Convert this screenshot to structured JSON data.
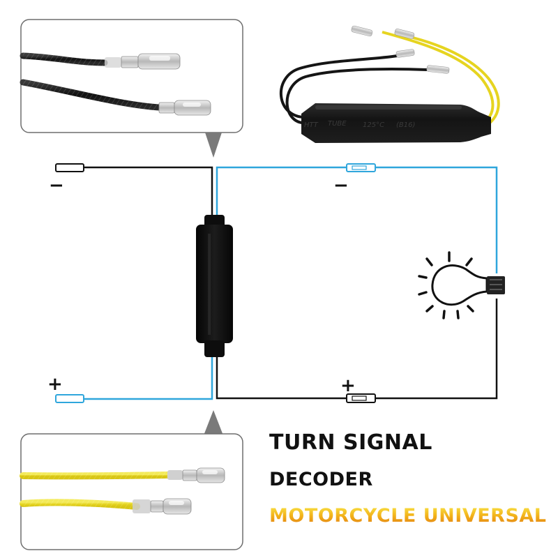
{
  "terminals": {
    "top_left_sign": "−",
    "top_right_sign": "−",
    "bottom_left_sign": "+",
    "bottom_right_sign": "+"
  },
  "decoder_body": {
    "print_left": "HTT",
    "print_tube": "TUBE",
    "print_temp": "125°C",
    "print_code": "(B16)"
  },
  "wire_colors": {
    "black": "#111111",
    "blue": "#2fa6dc",
    "yellow": "#e8da1e"
  },
  "title": {
    "line1": "TURN SIGNAL",
    "line2": "DECODER",
    "line3": "MOTORCYCLE UNIVERSAL"
  },
  "icons": [
    "turn-signal-bulb-icon"
  ]
}
